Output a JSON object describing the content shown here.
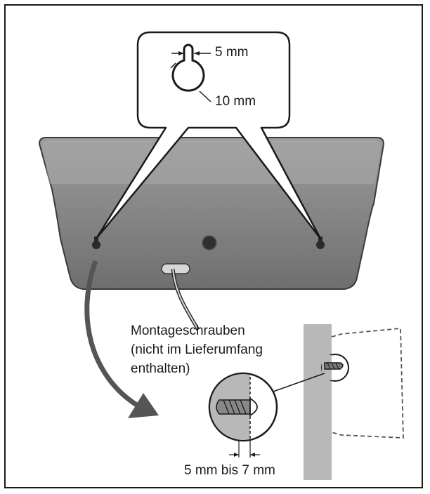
{
  "keyhole": {
    "width_label": "5 mm",
    "height_label": "10 mm"
  },
  "screws": {
    "caption_line1": "Montageschrauben",
    "caption_line2": "(nicht im Lieferumfang",
    "caption_line3": "enthalten)",
    "depth_label": "5 mm bis 7 mm"
  },
  "colors": {
    "speaker_body": "#7c7c7c",
    "speaker_top": "#9a9a9a",
    "wall": "#b8b8b8",
    "arrow": "#555555",
    "outline": "#1a1a1a"
  }
}
